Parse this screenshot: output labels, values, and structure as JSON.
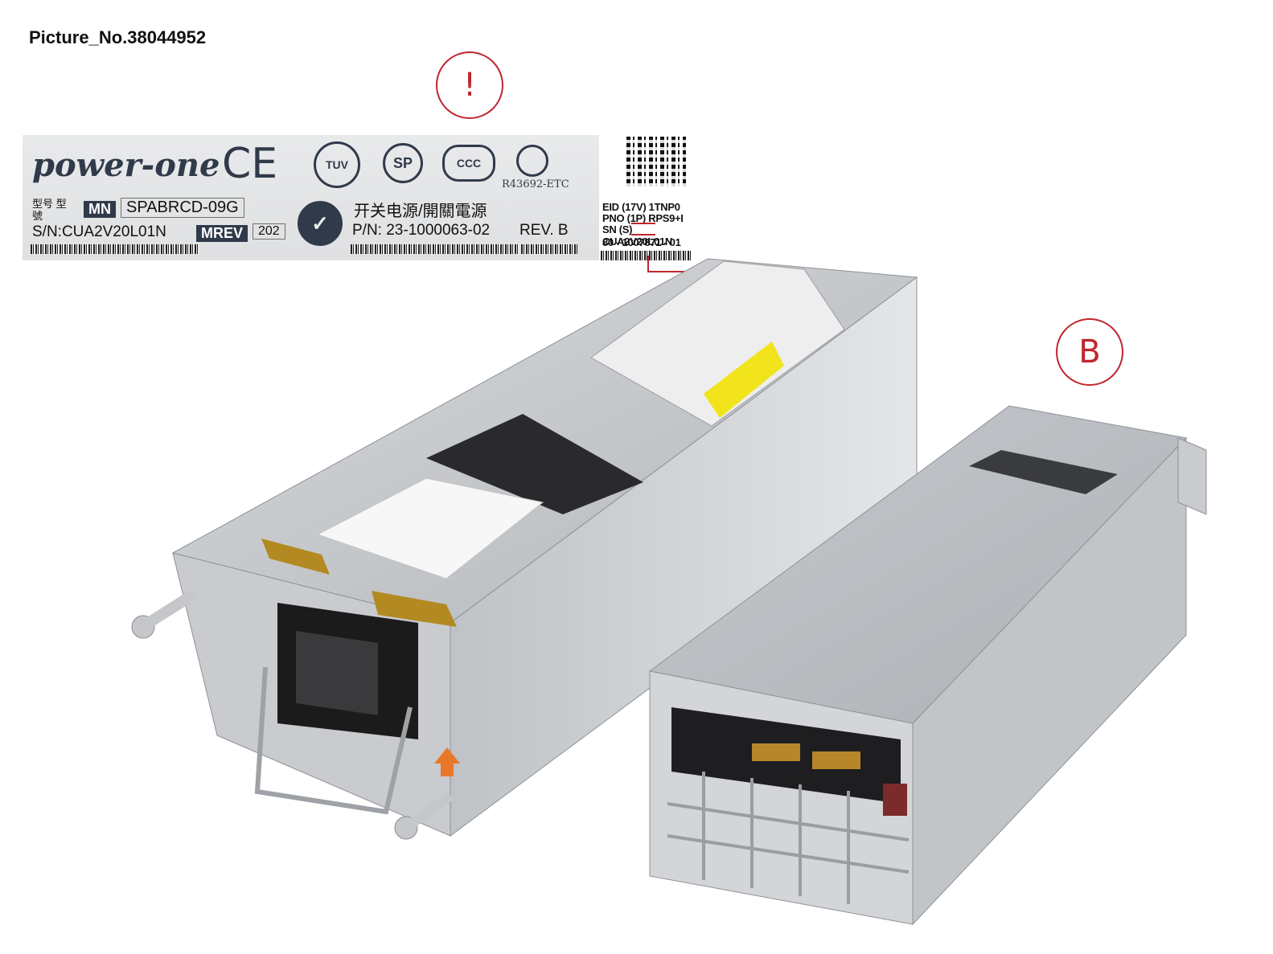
{
  "caption": "Picture_No.38044952",
  "callouts": {
    "first": "!",
    "second": "B"
  },
  "label": {
    "brand": "power-one",
    "ce_mark": "CE",
    "tuv_mark": "TUV",
    "csa_mark": "SP",
    "ccc_mark": "CCC",
    "etc_code": "R43692-ETC",
    "model_prefix": "型号 型號",
    "mn_tag": "MN",
    "model": "SPABRCD-09G",
    "chinese_desc": "开关电源/開關電源",
    "serial": "S/N:CUA2V20L01N",
    "mrev_tag": "MREV",
    "mrev_value": "202",
    "part_number": "P/N: 23-1000063-02",
    "revision": "REV. B"
  },
  "label2": {
    "eid": "EID (17V) 1TNP0",
    "pno": "PNO (1P) RPS9+I",
    "sn": "SN (S) CUA2V20L01N",
    "code": "80 - 1007871 - 01"
  },
  "colors": {
    "callout": "#c0262d",
    "label_text": "#303a4a",
    "metal": "#b9bcc0"
  }
}
